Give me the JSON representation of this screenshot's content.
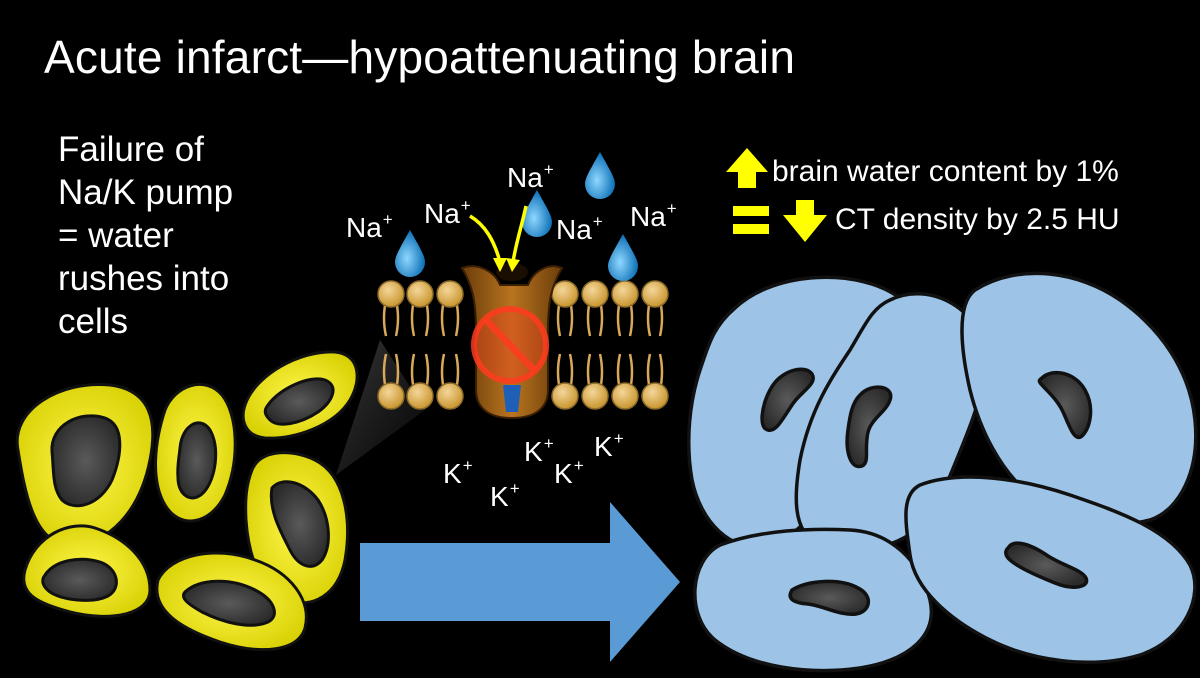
{
  "slide": {
    "title": "Acute infarct—hypoattenuating brain",
    "intro_lines": [
      "Failure of",
      "Na/K pump",
      "= water",
      "rushes into",
      "cells"
    ]
  },
  "ions": {
    "na_label": "Na",
    "k_label": "K",
    "charge": "+"
  },
  "facts": {
    "line1": "brain water content by 1%",
    "line2": "CT density by 2.5 HU",
    "up_arrow_icon": "up-arrow-icon",
    "equals_icon": "equals-icon",
    "down_arrow_icon": "down-arrow-icon"
  },
  "colors": {
    "background": "#000000",
    "healthy_cell": "#e6e000",
    "swollen_cell": "#9dc3e6",
    "nucleus": "#3a3a3a",
    "transition_arrow": "#5b9bd5",
    "highlight": "#ffff00",
    "water_drop": "#2e8fd0",
    "pump_blocked": "#ff3b1f"
  }
}
